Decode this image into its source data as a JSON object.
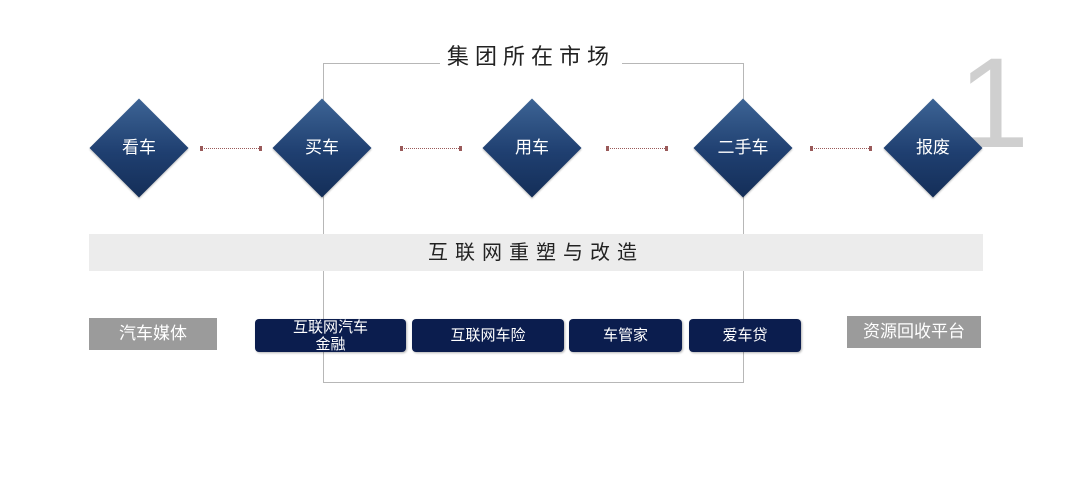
{
  "title": "集团所在市场",
  "page_number": "1",
  "stages": [
    "看车",
    "买车",
    "用车",
    "二手车",
    "报废"
  ],
  "band_text": "互联网重塑与改造",
  "bottom": {
    "left_box": "汽车媒体",
    "right_box": "资源回收平台",
    "inner_boxes": [
      "互联网汽车\n金融",
      "互联网车险",
      "车管家",
      "爱车贷"
    ]
  },
  "colors": {
    "diamond_navy": "#1f3f70",
    "inner_box_navy": "#0b1d4e",
    "outer_box_gray": "#9b9b9b",
    "band_gray": "#ececec"
  }
}
